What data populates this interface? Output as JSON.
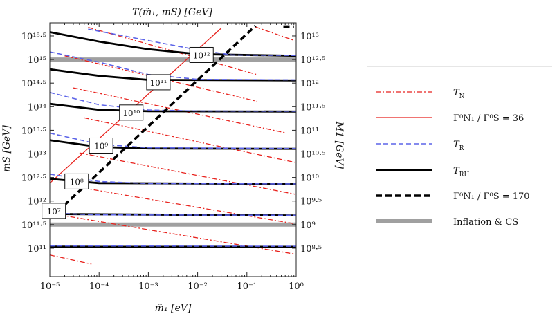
{
  "chart_data": {
    "type": "line",
    "title": "T(m̃₁, mS) [GeV]",
    "xlabel": "m̃₁ [eV]",
    "ylabel": "mS [GeV]",
    "y2label": "M1 [GeV]",
    "x_scale": "log",
    "y_scale": "log",
    "xlim": [
      1e-05,
      1.0
    ],
    "ylim": [
      25000000000.0,
      6000000000000000.0
    ],
    "x_ticks": [
      {
        "value": 1e-05,
        "label": "10⁻⁵"
      },
      {
        "value": 0.0001,
        "label": "10⁻⁴"
      },
      {
        "value": 0.001,
        "label": "10⁻³"
      },
      {
        "value": 0.01,
        "label": "10⁻²"
      },
      {
        "value": 0.1,
        "label": "10⁻¹"
      },
      {
        "value": 1.0,
        "label": "10⁰"
      }
    ],
    "y_ticks": [
      {
        "value": 100000000000.0,
        "label": "10¹¹"
      },
      {
        "value": 316227766017,
        "label": "10¹¹·⁵"
      },
      {
        "value": 1000000000000.0,
        "label": "10¹²"
      },
      {
        "value": 3162277660168,
        "label": "10¹²·⁵"
      },
      {
        "value": 10000000000000.0,
        "label": "10¹³"
      },
      {
        "value": 31622776601684,
        "label": "10¹³·⁵"
      },
      {
        "value": 100000000000000.0,
        "label": "10¹⁴"
      },
      {
        "value": 316227766016838,
        "label": "10¹⁴·⁵"
      },
      {
        "value": 1000000000000000.0,
        "label": "10¹⁵"
      },
      {
        "value": 3162277660168380,
        "label": "10¹⁵·⁵"
      }
    ],
    "y2_ticks": [
      {
        "value": 100000000000.0,
        "label": "10⁸·⁵"
      },
      {
        "value": 316227766017,
        "label": "10⁹"
      },
      {
        "value": 1000000000000.0,
        "label": "10⁹·⁵"
      },
      {
        "value": 3162277660168,
        "label": "10¹⁰"
      },
      {
        "value": 10000000000000.0,
        "label": "10¹⁰·⁵"
      },
      {
        "value": 31622776601684,
        "label": "10¹¹"
      },
      {
        "value": 100000000000000.0,
        "label": "10¹¹·⁵"
      },
      {
        "value": 316227766016838,
        "label": "10¹²"
      },
      {
        "value": 1000000000000000.0,
        "label": "10¹²·⁵"
      },
      {
        "value": 3162277660168380,
        "label": "10¹³"
      }
    ],
    "contour_labels": [
      {
        "text": "10¹²",
        "x": 0.012,
        "y": 1250000000000000.0
      },
      {
        "text": "10¹¹",
        "x": 0.0016,
        "y": 330000000000000.0
      },
      {
        "text": "10¹⁰",
        "x": 0.00045,
        "y": 75000000000000.0
      },
      {
        "text": "10⁹",
        "x": 0.00011,
        "y": 15000000000000.0
      },
      {
        "text": "10⁸",
        "x": 3.5e-05,
        "y": 2600000000000.0
      },
      {
        "text": "10⁷",
        "x": 1.2e-05,
        "y": 620000000000.0
      }
    ],
    "series": [
      {
        "name": "T_N",
        "legend_text": "T",
        "legend_sub": "N",
        "color": "#e8221d",
        "dash": "7,3,2,3",
        "width": 1.3,
        "lines": [
          [
            [
              6e-05,
              4800000000000000.0
            ],
            [
              0.16,
              480000000000000.0
            ]
          ],
          [
            [
              2e-05,
              1200000000000000.0
            ],
            [
              0.16,
              130000000000000.0
            ]
          ],
          [
            [
              3e-05,
              250000000000000.0
            ],
            [
              0.6,
              28000000000000.0
            ]
          ],
          [
            [
              5e-05,
              58000000000000.0
            ],
            [
              0.95,
              6600000000000.0
            ]
          ],
          [
            [
              4e-05,
              10500000000000.0
            ],
            [
              0.95,
              1400000000000.0
            ]
          ],
          [
            [
              3e-05,
              2050000000000.0
            ],
            [
              0.95,
              330000000000.0
            ]
          ],
          [
            [
              1e-05,
              550000000000.0
            ],
            [
              0.95,
              75000000000.0
            ]
          ],
          [
            [
              1e-05,
              72000000000.0
            ],
            [
              7e-05,
              46000000000.0
            ]
          ],
          [
            [
              0.15,
              4900000000000000.0
            ],
            [
              0.95,
              2500000000000000.0
            ]
          ]
        ]
      },
      {
        "name": "Gamma_N1/Gamma_S = 36",
        "legend_text": "Γ⁰N₁ / Γ⁰S = 36",
        "color": "#e8221d",
        "dash": "",
        "width": 1.3,
        "lines": [
          [
            [
              1e-05,
              2400000000000.0
            ],
            [
              0.03,
              4600000000000000.0
            ]
          ]
        ]
      },
      {
        "name": "T_R",
        "legend_text": "T",
        "legend_sub": "R",
        "color": "#5b63e8",
        "dash": "7,4",
        "width": 1.6,
        "lines": [
          [
            [
              6e-05,
              4400000000000000.0
            ],
            [
              0.01,
              1600000000000000.0
            ],
            [
              0.05,
              1250000000000000.0
            ],
            [
              1.0,
              1220000000000000.0
            ]
          ],
          [
            [
              1e-05,
              1450000000000000.0
            ],
            [
              0.0001,
              880000000000000.0
            ],
            [
              0.001,
              480000000000000.0
            ],
            [
              0.01,
              380000000000000.0
            ],
            [
              1.0,
              370000000000000.0
            ]
          ],
          [
            [
              1e-05,
              200000000000000.0
            ],
            [
              0.0001,
              110000000000000.0
            ],
            [
              0.001,
              85000000000000.0
            ],
            [
              0.01,
              81000000000000.0
            ],
            [
              1.0,
              80000000000000.0
            ]
          ],
          [
            [
              1e-05,
              27500000000000.0
            ],
            [
              0.0001,
              16000000000000.0
            ],
            [
              0.001,
              13500000000000.0
            ],
            [
              1.0,
              13000000000000.0
            ]
          ],
          [
            [
              1e-05,
              3700000000000.0
            ],
            [
              0.0001,
              2600000000000.0
            ],
            [
              0.001,
              2350000000000.0
            ],
            [
              1.0,
              2300000000000.0
            ]
          ],
          [
            [
              1e-05,
              550000000000.0
            ],
            [
              0.0001,
              510000000000.0
            ],
            [
              1.0,
              500000000000.0
            ]
          ],
          [
            [
              1e-05,
              112000000000.0
            ],
            [
              1.0,
              110000000000.0
            ]
          ]
        ]
      },
      {
        "name": "T_RH",
        "legend_text": "T",
        "legend_sub": "RH",
        "color": "#000000",
        "dash": "",
        "width": 2.8,
        "lines": [
          [
            [
              1e-05,
              3800000000000000.0
            ],
            [
              0.0001,
              2400000000000000.0
            ],
            [
              0.001,
              1650000000000000.0
            ],
            [
              0.01,
              1300000000000000.0
            ],
            [
              1.0,
              1200000000000000.0
            ]
          ],
          [
            [
              1e-05,
              620000000000000.0
            ],
            [
              0.0001,
              450000000000000.0
            ],
            [
              0.001,
              370000000000000.0
            ],
            [
              1.0,
              360000000000000.0
            ]
          ],
          [
            [
              1e-05,
              115000000000000.0
            ],
            [
              0.0001,
              86000000000000.0
            ],
            [
              0.001,
              80000000000000.0
            ],
            [
              1.0,
              79000000000000.0
            ]
          ],
          [
            [
              1e-05,
              19500000000000.0
            ],
            [
              0.0001,
              14000000000000.0
            ],
            [
              0.001,
              13000000000000.0
            ],
            [
              1.0,
              12800000000000.0
            ]
          ],
          [
            [
              1e-05,
              2950000000000.0
            ],
            [
              0.0001,
              2400000000000.0
            ],
            [
              1.0,
              2300000000000.0
            ]
          ],
          [
            [
              1e-05,
              530000000000.0
            ],
            [
              1.0,
              495000000000.0
            ]
          ],
          [
            [
              1e-05,
              108000000000.0
            ],
            [
              1.0,
              107000000000.0
            ]
          ]
        ]
      },
      {
        "name": "Gamma_N1/Gamma_S = 170",
        "legend_text": "Γ⁰N₁ / Γ⁰S = 170",
        "color": "#000000",
        "dash": "9,5",
        "width": 3.6,
        "lines": [
          [
            [
              1e-05,
              420000000000.0
            ],
            [
              0.15,
              5200000000000000.0
            ]
          ],
          [
            [
              0.55,
              5000000000000000.0
            ],
            [
              0.9,
              5000000000000000.0
            ]
          ]
        ]
      },
      {
        "name": "Inflation & CS",
        "legend_text": "Inflation & CS",
        "color": "#a0a0a0",
        "dash": "",
        "width": 6,
        "lines": [
          [
            [
              1e-05,
              1000000000000000.0
            ],
            [
              1.0,
              1000000000000000.0
            ]
          ],
          [
            [
              1e-05,
              316000000000.0
            ],
            [
              1.0,
              316000000000.0
            ]
          ]
        ]
      }
    ],
    "grid": false,
    "legend_position": "right"
  }
}
